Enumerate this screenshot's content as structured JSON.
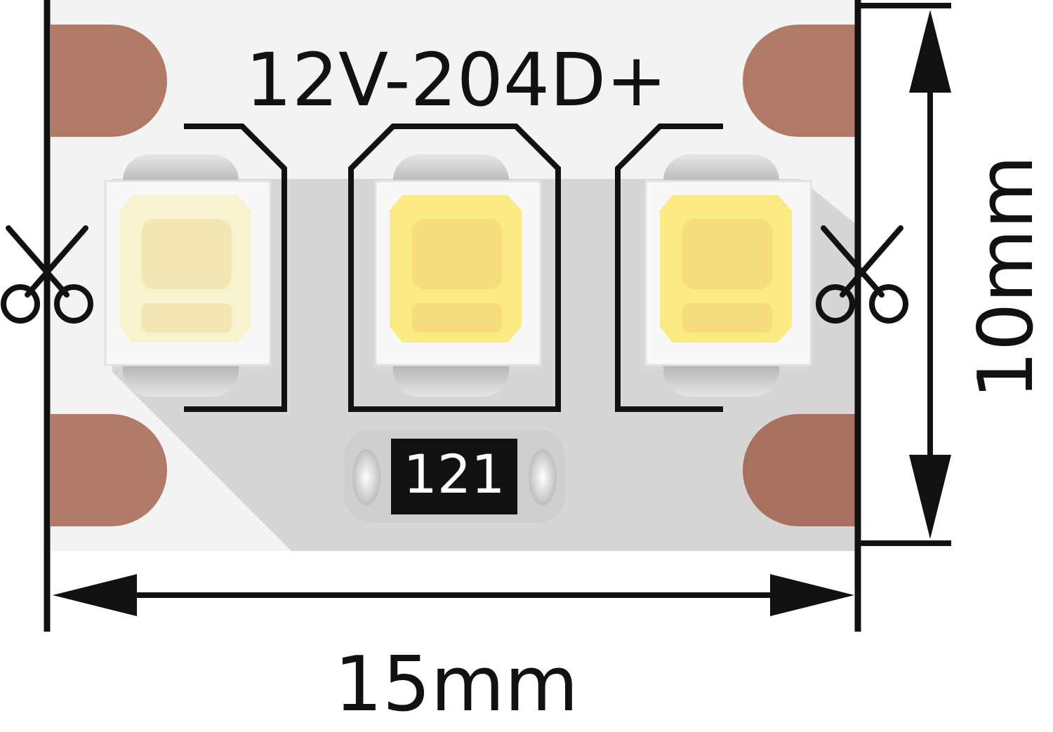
{
  "model_label": "12V-204D+",
  "resistor_code": "121",
  "width_label": "15mm",
  "height_label": "10mm",
  "colors": {
    "strip_base": "#f3f3f3",
    "strip_shadow": "#d6d6d6",
    "copper_pad": "#b07a66",
    "led_warm": "#fbea82",
    "led_cool": "#f7f3cf",
    "line": "#111111",
    "resistor_body": "#cfcfcf",
    "resistor_label_bg": "#111111",
    "resistor_label_text": "#ffffff"
  },
  "icons": {
    "cut_mark": "scissors-icon",
    "dimension": "double-arrow-icon"
  }
}
